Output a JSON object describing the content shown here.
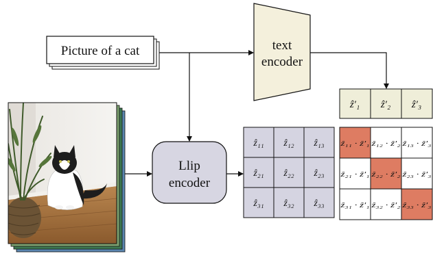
{
  "caption_card": {
    "text": "Picture of a cat"
  },
  "text_encoder": {
    "line1": "text",
    "line2": "encoder"
  },
  "llip_encoder": {
    "line1": "Llip",
    "line2": "encoder"
  },
  "photo": {
    "subject": "black-and-white long-haired cat sitting on wooden floor beside a potted plant"
  },
  "text_embeddings": [
    "ẑ′₁",
    "ẑ′₂",
    "ẑ′₃"
  ],
  "image_embeddings": [
    [
      "ẑ₁₁",
      "ẑ₁₂",
      "ẑ₁₃"
    ],
    [
      "ẑ₂₁",
      "ẑ₂₂",
      "ẑ₂₃"
    ],
    [
      "ẑ₃₁",
      "ẑ₃₂",
      "ẑ₃₃"
    ]
  ],
  "similarity_matrix": [
    [
      "ẑ₁₁ · ẑ′₁",
      "ẑ₁₂ · ẑ′₂",
      "ẑ₁₃ · ẑ′₃"
    ],
    [
      "ẑ₂₁ · ẑ′₁",
      "ẑ₂₂ · ẑ′₂",
      "ẑ₂₃ · ẑ′₃"
    ],
    [
      "ẑ₃₁ · ẑ′₁",
      "ẑ₃₂ · ẑ′₂",
      "ẑ₃₃ · ẑ′₃"
    ]
  ],
  "colors": {
    "encoder_fill": "#f4f0dc",
    "text_embed_fill": "#efeed9",
    "llip_fill": "#d7d6e2",
    "image_embed_fill": "#d5d4e1",
    "highlight": "#de7c62",
    "stroke": "#111111"
  }
}
